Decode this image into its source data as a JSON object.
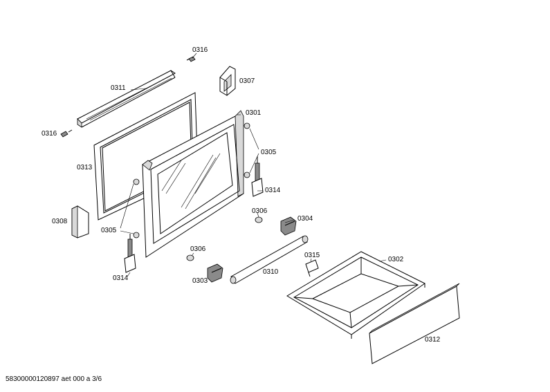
{
  "labels": {
    "l0316_top": "0316",
    "l0311": "0311",
    "l0307": "0307",
    "l0316_left": "0316",
    "l0301": "0301",
    "l0305_right": "0305",
    "l0313": "0313",
    "l0314_right": "0314",
    "l0306_right": "0306",
    "l0304": "0304",
    "l0308": "0308",
    "l0305_left": "0305",
    "l0306_mid": "0306",
    "l0314_left": "0314",
    "l0303": "0303",
    "l0310": "0310",
    "l0315": "0315",
    "l0302": "0302",
    "l0312": "0312"
  },
  "footer": "58300000120897 aet 000 a 3/6"
}
